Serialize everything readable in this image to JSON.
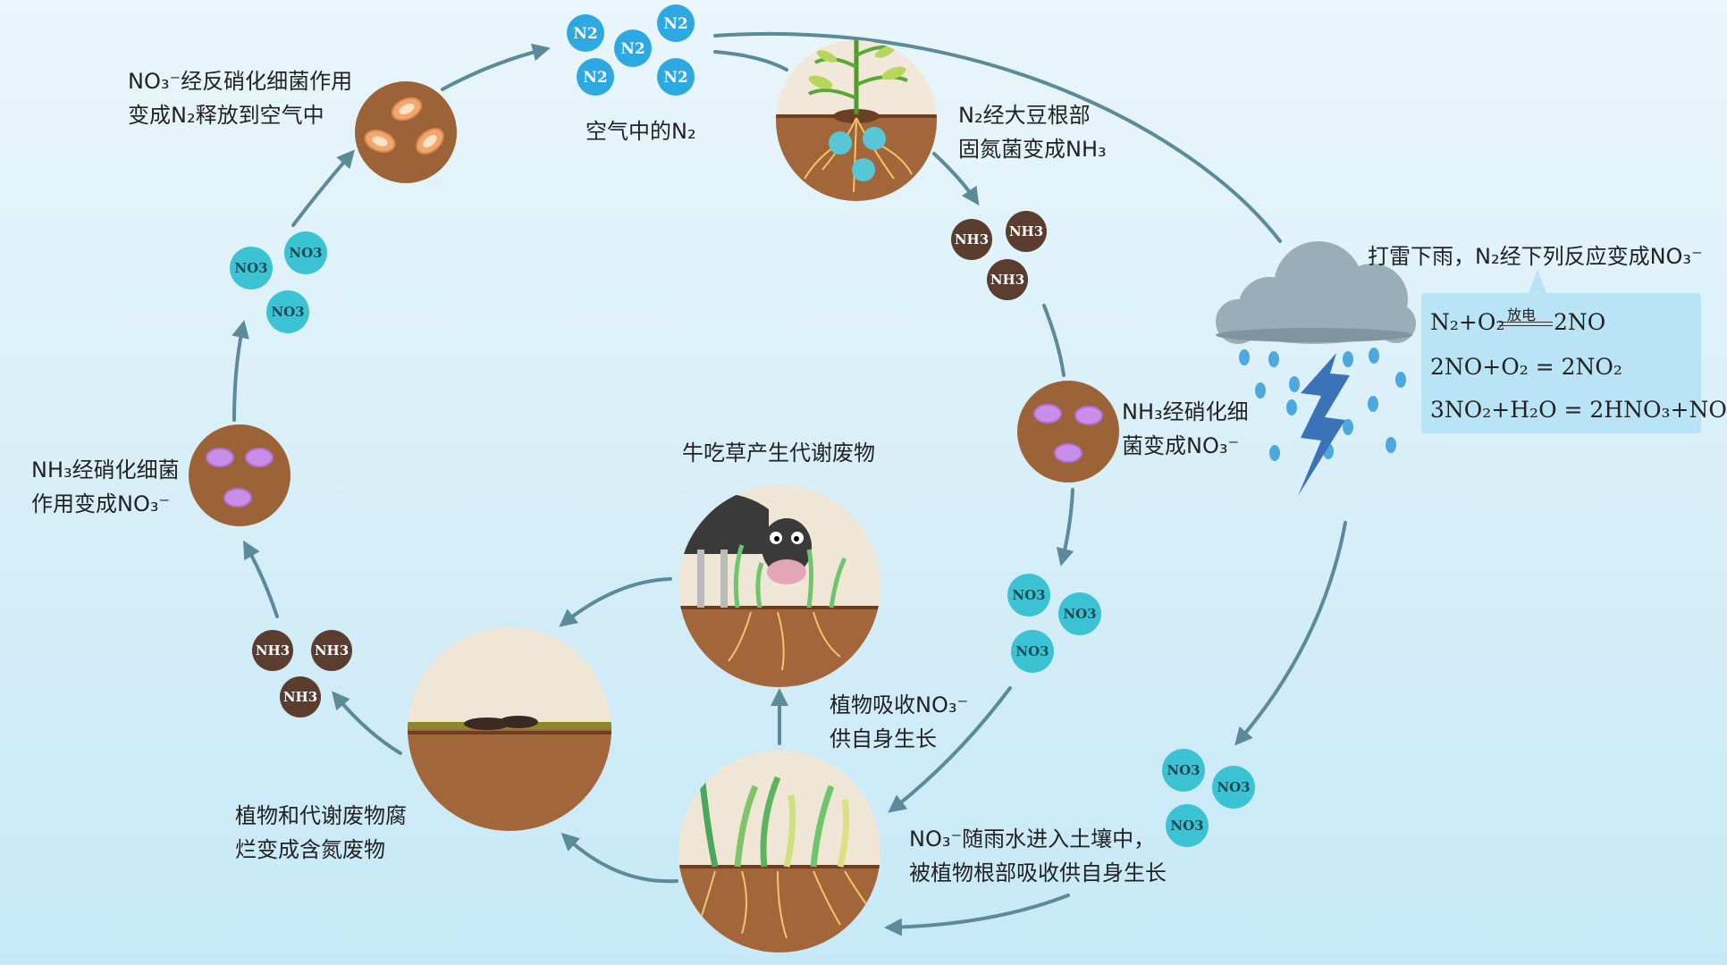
{
  "air": {
    "molecules": [
      "N2",
      "N2",
      "N2",
      "N2",
      "N2"
    ],
    "label": "空气中的N₂"
  },
  "fixation": {
    "line1": "N₂经大豆根部",
    "line2": "固氮菌变成NH₃"
  },
  "nh3_upper": [
    "NH3",
    "NH3",
    "NH3"
  ],
  "nitrification_right": {
    "line1": "NH₃经硝化细",
    "line2": "菌变成NO₃⁻"
  },
  "no3_right": [
    "NO3",
    "NO3",
    "NO3"
  ],
  "plants_absorb": {
    "line1": "植物吸收NO₃⁻",
    "line2": "供自身生长"
  },
  "lightning": {
    "title": "打雷下雨，N₂经下列反应变成NO₃⁻",
    "eq1_left": "N₂+O₂",
    "eq1_over": "放电",
    "eq1_right": "2NO",
    "eq2": "2NO+O₂ = 2NO₂",
    "eq3": "3NO₂+H₂O = 2HNO₃+NO"
  },
  "no3_rain": [
    "NO3",
    "NO3",
    "NO3"
  ],
  "rain_absorb": {
    "line1": "NO₃⁻随雨水进入土壤中，",
    "line2": "被植物根部吸收供自身生长"
  },
  "cow": {
    "label": "牛吃草产生代谢废物"
  },
  "decay": {
    "line1": "植物和代谢废物腐",
    "line2": "烂变成含氮废物"
  },
  "nh3_lower": [
    "NH3",
    "NH3",
    "NH3"
  ],
  "nitrification_left": {
    "line1": "NH₃经硝化细菌",
    "line2": "作用变成NO₃⁻"
  },
  "no3_left": [
    "NO3",
    "NO3",
    "NO3"
  ],
  "denitrification": {
    "line1": "NO₃⁻经反硝化细菌作用",
    "line2": "变成N₂释放到空气中"
  },
  "colors": {
    "n2": "#2ea8e0",
    "no3": "#3cc3d3",
    "nh3": "#5a3d2e",
    "soil": "#a2663a",
    "arrow": "#5b8a98",
    "bg": "#dff2fa"
  }
}
